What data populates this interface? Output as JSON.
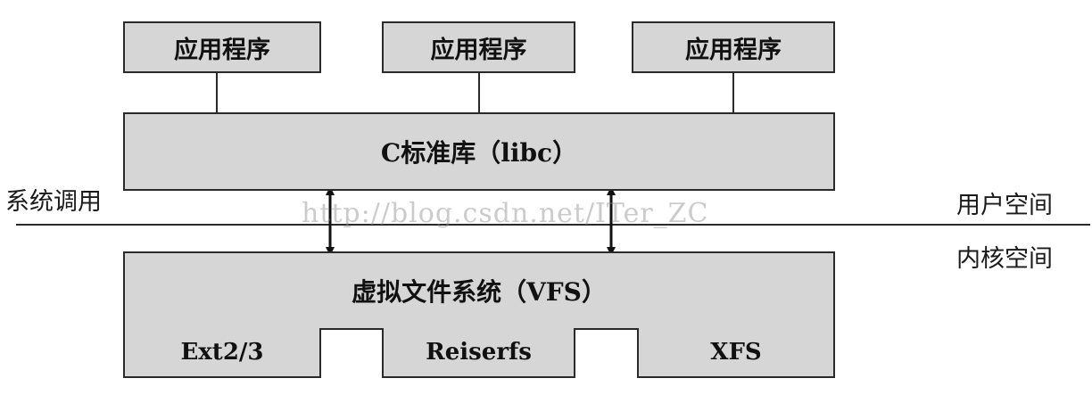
{
  "applications": [
    {
      "label": "应用程序"
    },
    {
      "label": "应用程序"
    },
    {
      "label": "应用程序"
    }
  ],
  "libc": {
    "label": "C标准库（libc）"
  },
  "vfs": {
    "label": "虚拟文件系统（VFS）"
  },
  "filesystems": [
    {
      "label": "Ext2/3"
    },
    {
      "label": "Reiserfs"
    },
    {
      "label": "XFS"
    }
  ],
  "syscall_label": "系统调用",
  "user_space_label": "用户空间",
  "kernel_space_label": "内核空间",
  "watermark": "http://blog.csdn.net/ITer_ZC",
  "colors": {
    "box_fill": "#d6d6d6",
    "stroke": "#2a2a2a"
  }
}
